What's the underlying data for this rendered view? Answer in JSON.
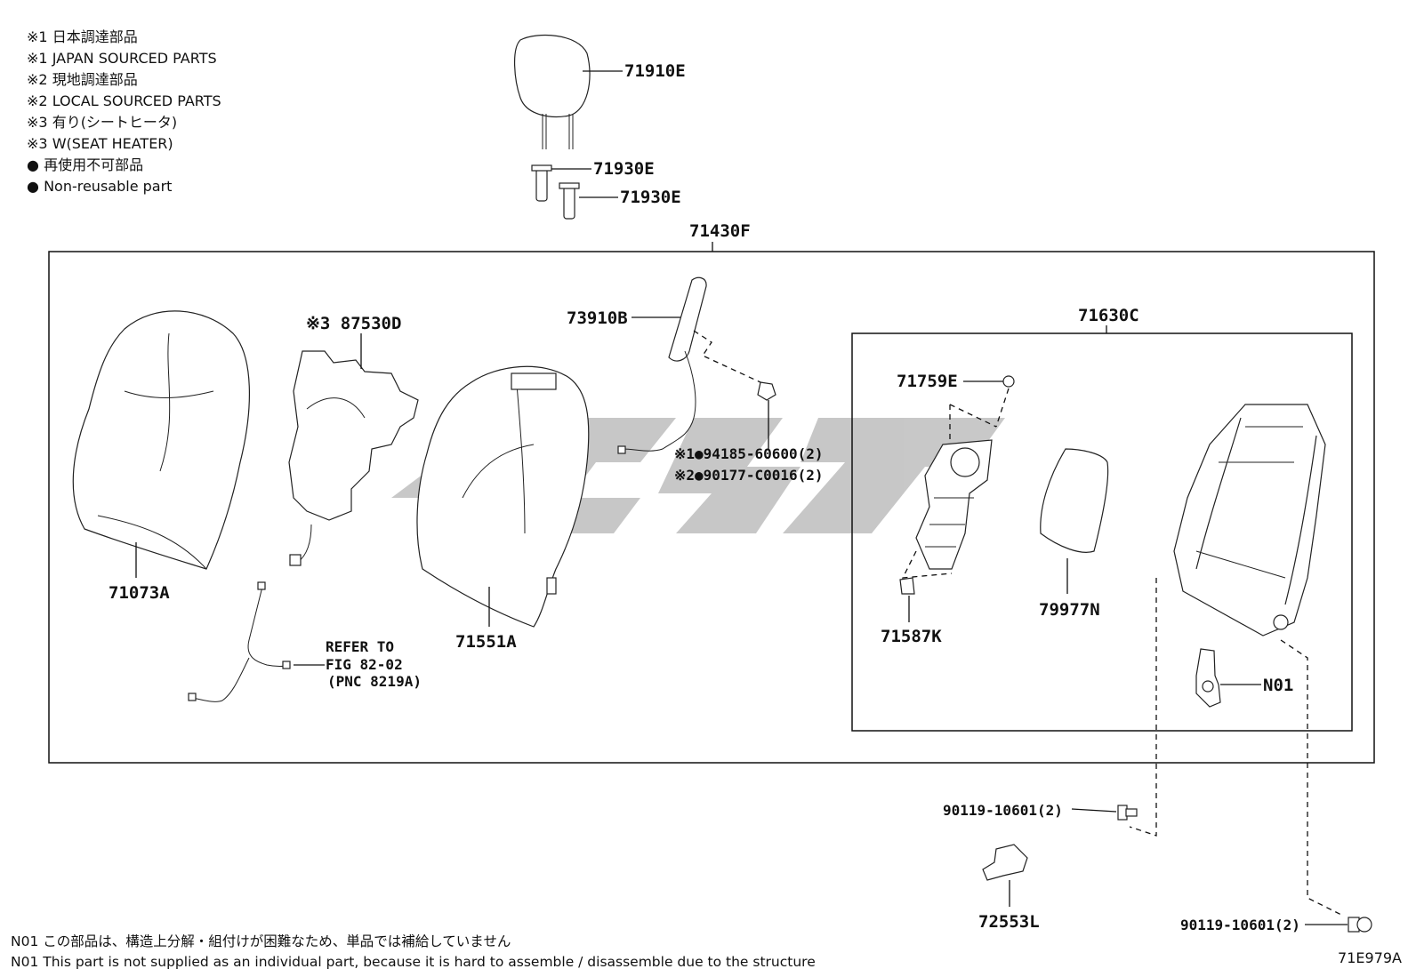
{
  "legend": [
    {
      "mark": "※1",
      "text": "日本調達部品"
    },
    {
      "mark": "※1",
      "text": "JAPAN SOURCED PARTS"
    },
    {
      "mark": "※2",
      "text": "現地調達部品"
    },
    {
      "mark": "※2",
      "text": "LOCAL SOURCED PARTS"
    },
    {
      "mark": "※3",
      "text": "有り(シートヒータ)"
    },
    {
      "mark": "※3",
      "text": "W(SEAT HEATER)"
    },
    {
      "mark": "●",
      "text": "再使用不可部品"
    },
    {
      "mark": "●",
      "text": "Non-reusable part"
    }
  ],
  "labels": {
    "p71910E": "71910E",
    "p71930E_a": "71930E",
    "p71930E_b": "71930E",
    "p71430F": "71430F",
    "p73910B": "73910B",
    "p87530D": "※3 87530D",
    "p71630C": "71630C",
    "p71759E": "71759E",
    "p94185": "※1●94185-60600(2)",
    "p90177": "※2●90177-C0016(2)",
    "p71073A": "71073A",
    "p71551A": "71551A",
    "p71587K": "71587K",
    "p79977N": "79977N",
    "pN01": "N01",
    "refer1": "REFER TO",
    "refer2": "FIG 82-02",
    "refer3": "(PNC 8219A)",
    "p90119_a": "90119-10601(2)",
    "p90119_b": "90119-10601(2)",
    "p72553L": "72553L"
  },
  "footer": {
    "note_jp": "N01 この部品は、構造上分解・組付けが困難なため、単品では補給していません",
    "note_en": "N01 This part is not supplied as an individual part, because it is hard to assemble / disassemble due to the structure",
    "figure_code": "71E979A"
  }
}
